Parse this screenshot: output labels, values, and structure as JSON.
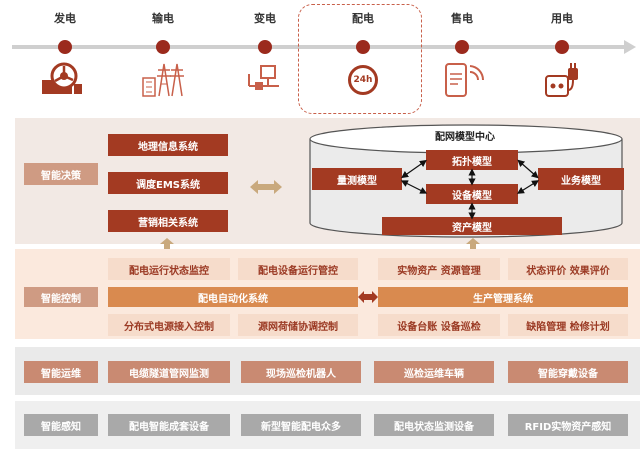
{
  "stages": [
    "发电",
    "输电",
    "变电",
    "配电",
    "售电",
    "用电"
  ],
  "decision": {
    "label": "智能决策",
    "systems": [
      "地理信息系统",
      "调度EMS系统",
      "营销相关系统"
    ],
    "center_title": "配网模型中心",
    "models": {
      "topology": "拓扑模型",
      "measurement": "量测模型",
      "equipment": "设备模型",
      "business": "业务模型",
      "asset": "资产模型"
    }
  },
  "control": {
    "label": "智能控制",
    "left_items": [
      "配电运行状态监控",
      "配电设备运行管控",
      "分布式电源接入控制",
      "源网荷储协调控制"
    ],
    "left_system": "配电自动化系统",
    "right_items": [
      "实物资产 资源管理",
      "状态评价 效果评价",
      "设备台账 设备巡检",
      "缺陷管理 检修计划"
    ],
    "right_system": "生产管理系统"
  },
  "operation": {
    "label": "智能运维",
    "items": [
      "电缆隧道管网监测",
      "现场巡检机器人",
      "巡检运维车辆",
      "智能穿戴设备"
    ]
  },
  "sensing": {
    "label": "智能感知",
    "items": [
      "配电智能成套设备",
      "新型智能配电众多",
      "配电状态监测设备",
      "RFID实物资产感知"
    ]
  },
  "icon_24h": "24h",
  "colors": {
    "accent": "#a33a22",
    "light": "#f6dccb",
    "gray": "#d3d3d3"
  }
}
